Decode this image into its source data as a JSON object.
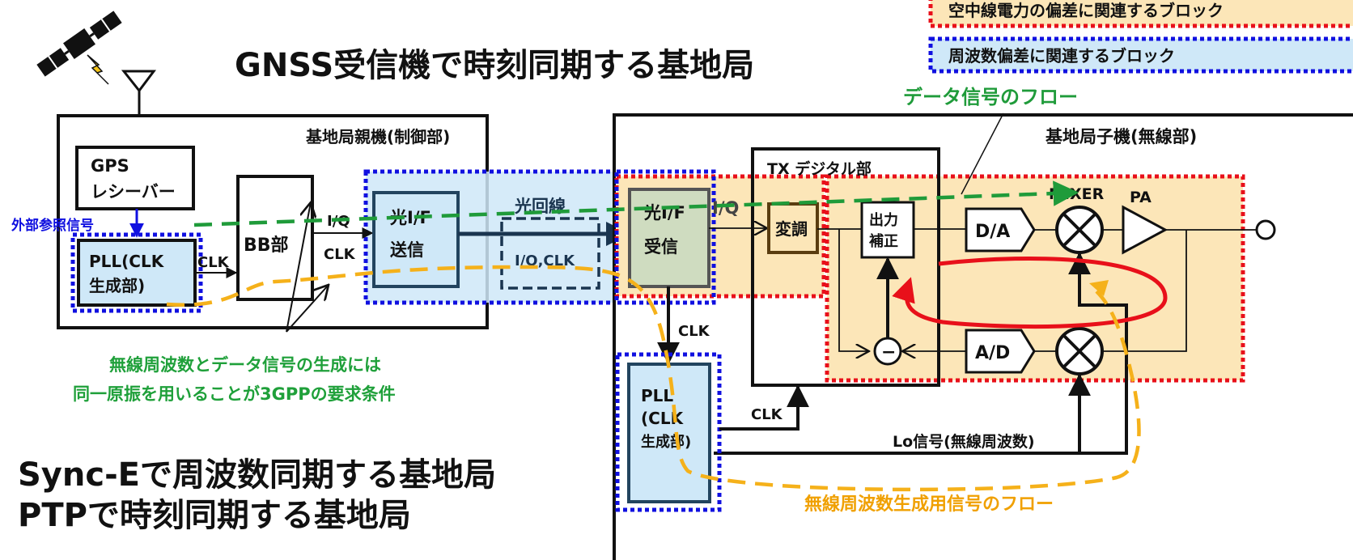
{
  "titles": {
    "gnss": "GNSS受信機で時刻同期する基地局",
    "synce": "Sync-Eで周波数同期する基地局",
    "ptp": "PTPで時刻同期する基地局"
  },
  "legend": {
    "power": "空中線電力の偏差に関連するブロック",
    "freq": "周波数偏差に関連するブロック"
  },
  "flows": {
    "data": "データ信号のフロー",
    "rf": "無線周波数生成用信号のフロー"
  },
  "parent": {
    "label": "基地局親機(制御部)",
    "gps_line1": "GPS",
    "gps_line2": "レシーバー",
    "ext_ref": "外部参照信号",
    "pll_line1": "PLL(CLK",
    "pll_line2": "生成部)",
    "clk": "CLK",
    "bb": "BB部",
    "iq": "I/Q",
    "clk2": "CLK",
    "tx_line1": "光I/F",
    "tx_line2": "送信"
  },
  "link": {
    "label": "光回線",
    "inner": "I/Q,CLK"
  },
  "note": {
    "line1": "無線周波数とデータ信号の生成には",
    "line2": "同一原振を用いることが3GPPの要求条件"
  },
  "child": {
    "label": "基地局子機(無線部)",
    "rx_line1": "光I/F",
    "rx_line2": "受信",
    "iq": "I/Q",
    "clk": "CLK",
    "pll_line1": "PLL",
    "pll_line2": "(CLK",
    "pll_line3": "生成部)",
    "clk2": "CLK",
    "txdig": "TX デジタル部",
    "mod": "変調",
    "comp_line1": "出力",
    "comp_line2": "補正",
    "da": "D/A",
    "ad": "A/D",
    "mixer": "MIXER",
    "pa": "PA",
    "minus": "−",
    "lo": "Lo信号(無線周波数)"
  },
  "colors": {
    "power_border": "#e8101a",
    "power_fill": "#fce6b8",
    "freq_border": "#1010e0",
    "freq_fill": "#cfe8f8",
    "data_flow": "#1f9b3a",
    "rf_flow": "#f5b11a",
    "loop": "#e8101a",
    "title_text": "#111111",
    "note_text": "#1fa03a",
    "rf_label": "#f0a000",
    "ext_ref_text": "#1010e0"
  },
  "icons": [
    "satellite-icon",
    "antenna-icon",
    "mixer-icon",
    "amplifier-icon",
    "output-port-icon"
  ]
}
